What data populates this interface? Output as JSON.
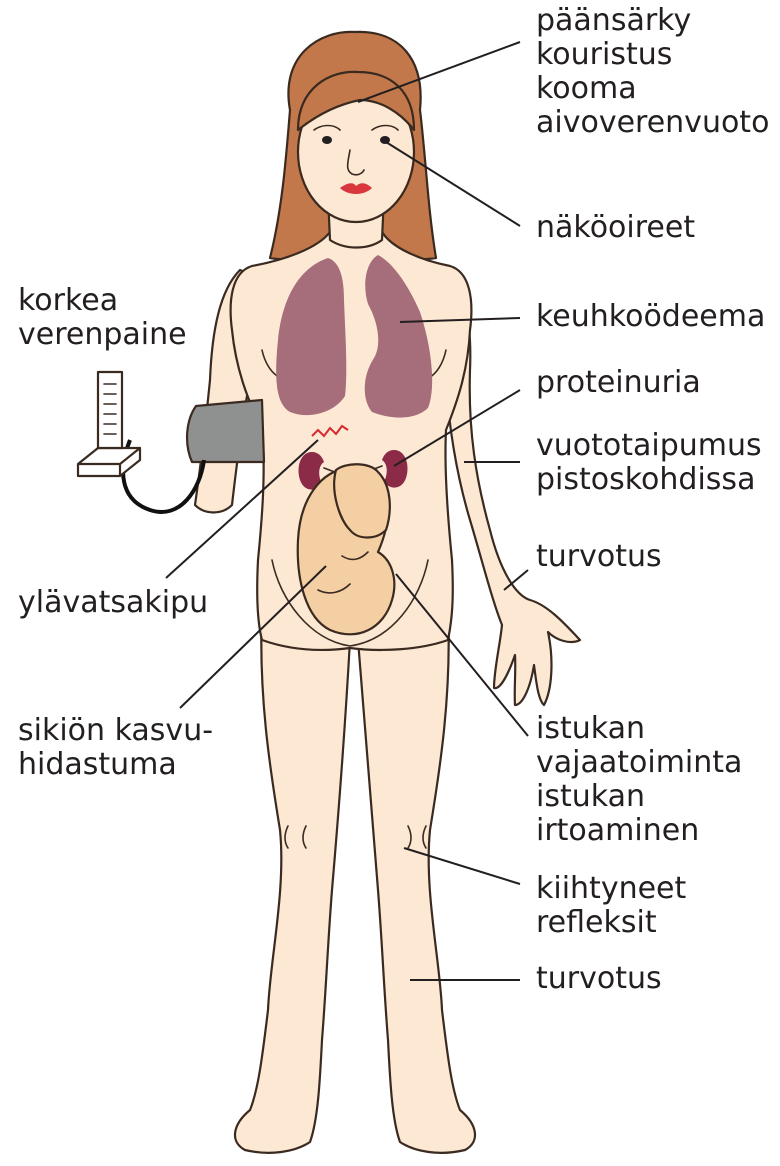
{
  "colors": {
    "skin": "#fce8d3",
    "hair": "#c2784a",
    "lungs": "#a66d7b",
    "kidneys": "#8b2b47",
    "fetus": "#f3cfa3",
    "lips": "#d9363e",
    "cuff": "#8f9090",
    "pain_mark": "#d8282f"
  },
  "labels": {
    "head": [
      "päänsärky",
      "kouristus",
      "kooma",
      "aivoverenvuoto"
    ],
    "eyes": [
      "näköoireet"
    ],
    "lungs": [
      "keuhkoödeema"
    ],
    "kidneys": [
      "proteinuria"
    ],
    "skin": [
      "vuototaipumus",
      "pistoskohdissa"
    ],
    "hand": [
      "turvotus"
    ],
    "placenta": [
      "istukan",
      "vajaatoiminta",
      "istukan",
      "irtoaminen"
    ],
    "knee": [
      "kiihtyneet",
      "refleksit"
    ],
    "leg": [
      "turvotus"
    ],
    "blood_pressure": [
      "korkea",
      "verenpaine"
    ],
    "epigastric": [
      "ylävatsakipu"
    ],
    "fetus": [
      "sikiön kasvu-",
      "hidastuma"
    ]
  }
}
